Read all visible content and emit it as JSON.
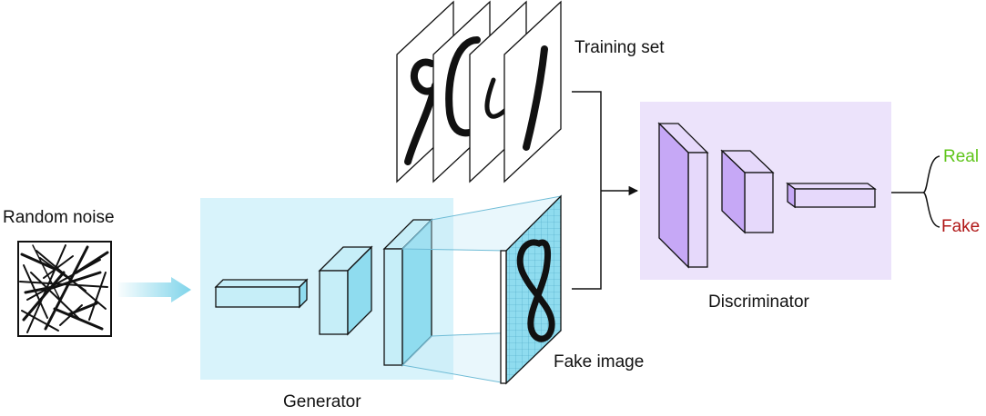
{
  "labels": {
    "random_noise": "Random noise",
    "generator": "Generator",
    "fake_image": "Fake image",
    "training_set": "Training set",
    "discriminator": "Discriminator",
    "real": "Real",
    "fake": "Fake"
  },
  "colors": {
    "generator_region": "#d8f3fb",
    "generator_block": "#c6eef8",
    "generator_block_side": "#8fdcef",
    "discriminator_region": "#ece3fb",
    "discriminator_block": "#e6d9fb",
    "discriminator_block_side": "#c6a8f6",
    "real_text": "#5fc51b",
    "fake_text": "#b01818",
    "arrow": "#7fd4ea",
    "line": "#111111"
  }
}
